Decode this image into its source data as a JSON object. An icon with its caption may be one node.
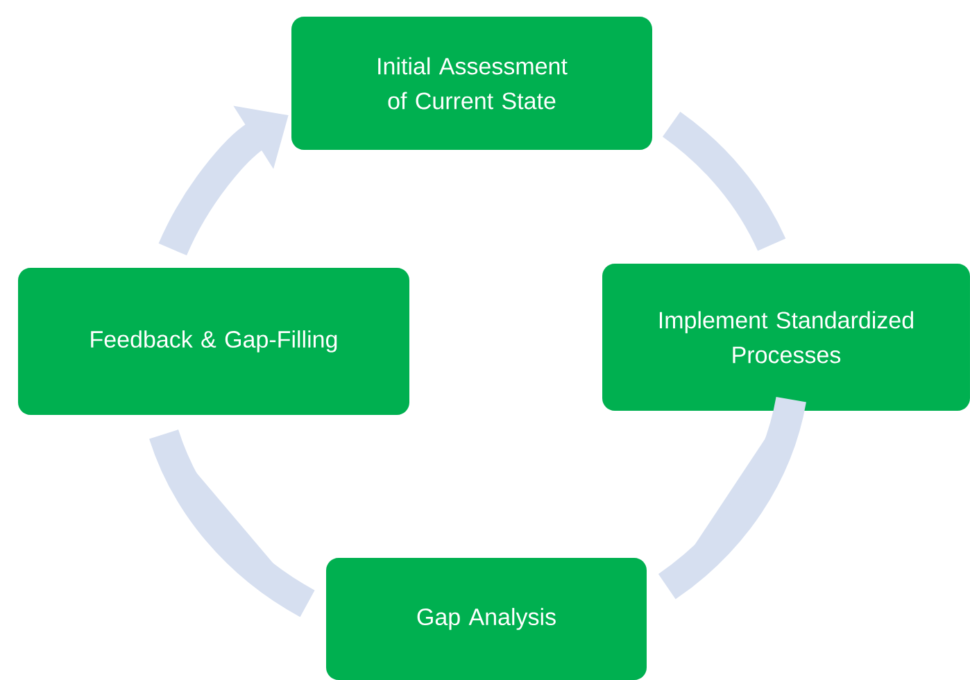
{
  "diagram": {
    "nodes": [
      {
        "text": [
          "Initial Assessment of Current State"
        ]
      },
      {
        "text": [
          "Implement Standardized Processes"
        ]
      },
      {
        "text": [
          "Gap Analysis"
        ]
      },
      {
        "text": [
          "Feedback & Gap-Filling"
        ]
      }
    ],
    "edges": [
      {
        "from": 0,
        "to": 1,
        "arrow": "none"
      },
      {
        "from": 1,
        "to": 2,
        "arrow": "none"
      },
      {
        "from": 2,
        "to": 3,
        "arrow": "none"
      },
      {
        "from": 3,
        "to": 0,
        "arrow": "to"
      }
    ]
  }
}
